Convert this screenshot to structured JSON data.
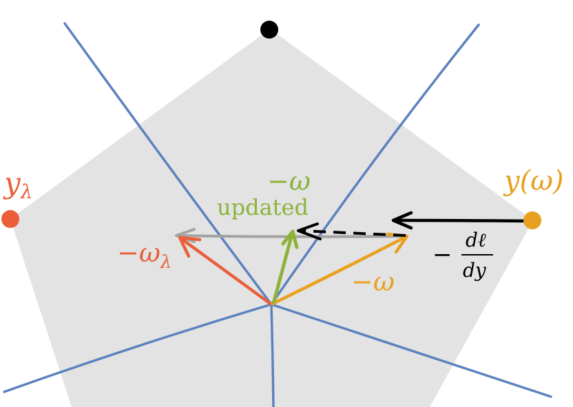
{
  "colors": {
    "region": "#e3e3e3",
    "lines": "#5b82be",
    "black": "#000000",
    "orange": "#ea5f3a",
    "yellow": "#e8a021",
    "green": "#8cb33a",
    "gray": "#a3a3a3"
  },
  "labels": {
    "y_lambda_base": "y",
    "y_lambda_sub": "λ",
    "y_omega": "y(ω)",
    "neg_omega_lambda_base": "−ω",
    "neg_omega_lambda_sub": "λ",
    "neg_omega_updated_top": "−ω",
    "neg_omega_updated_bottom": "updated",
    "neg_omega": "−ω",
    "grad_minus": "−",
    "grad_num": "dℓ",
    "grad_den": "dy"
  }
}
